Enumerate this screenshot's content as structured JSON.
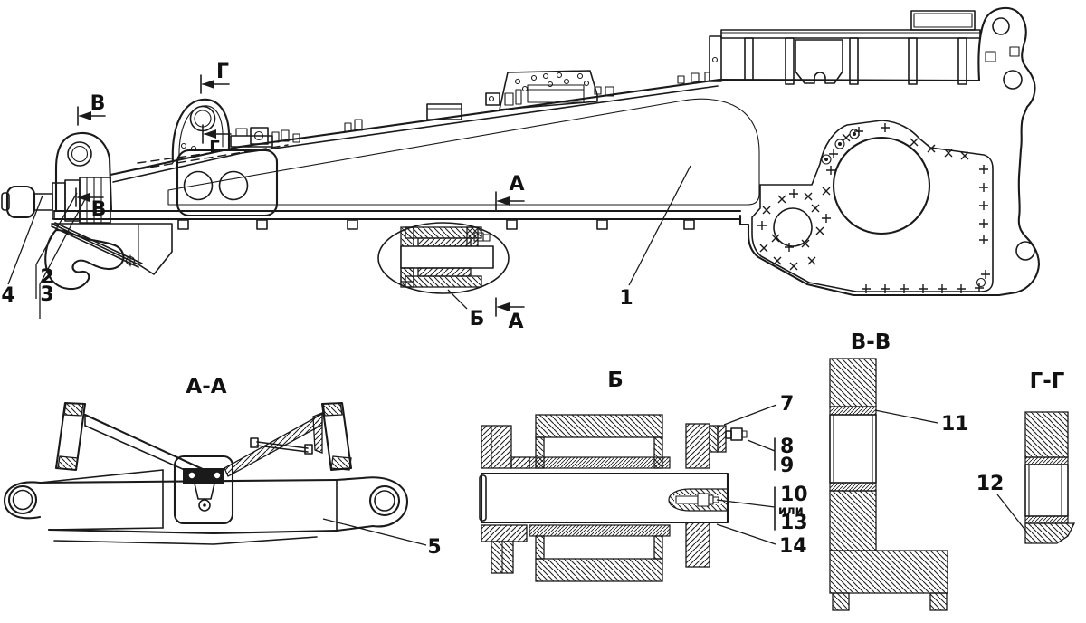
{
  "drawing": {
    "colors": {
      "ink": "#1a1a1a",
      "paper": "#ffffff"
    },
    "main_view": {
      "marker_v_top": "В",
      "marker_v_bottom": "В",
      "marker_g_top": "Г",
      "marker_g_mid": "Г",
      "marker_a_top": "А",
      "marker_a_bottom": "А",
      "detail_label": "Б",
      "callout_1": "1",
      "callout_2": "2",
      "callout_3": "3",
      "callout_4": "4"
    },
    "section_aa": {
      "title": "А-А",
      "callout_5": "5"
    },
    "detail_b": {
      "title": "Б",
      "callout_7": "7",
      "callout_8": "8",
      "callout_9": "9",
      "callout_10": "10",
      "or_word": "или",
      "callout_13": "13",
      "callout_14": "14"
    },
    "section_vv": {
      "title": "В-В",
      "callout_11": "11"
    },
    "section_gg": {
      "title": "Г-Г",
      "callout_12": "12"
    }
  }
}
